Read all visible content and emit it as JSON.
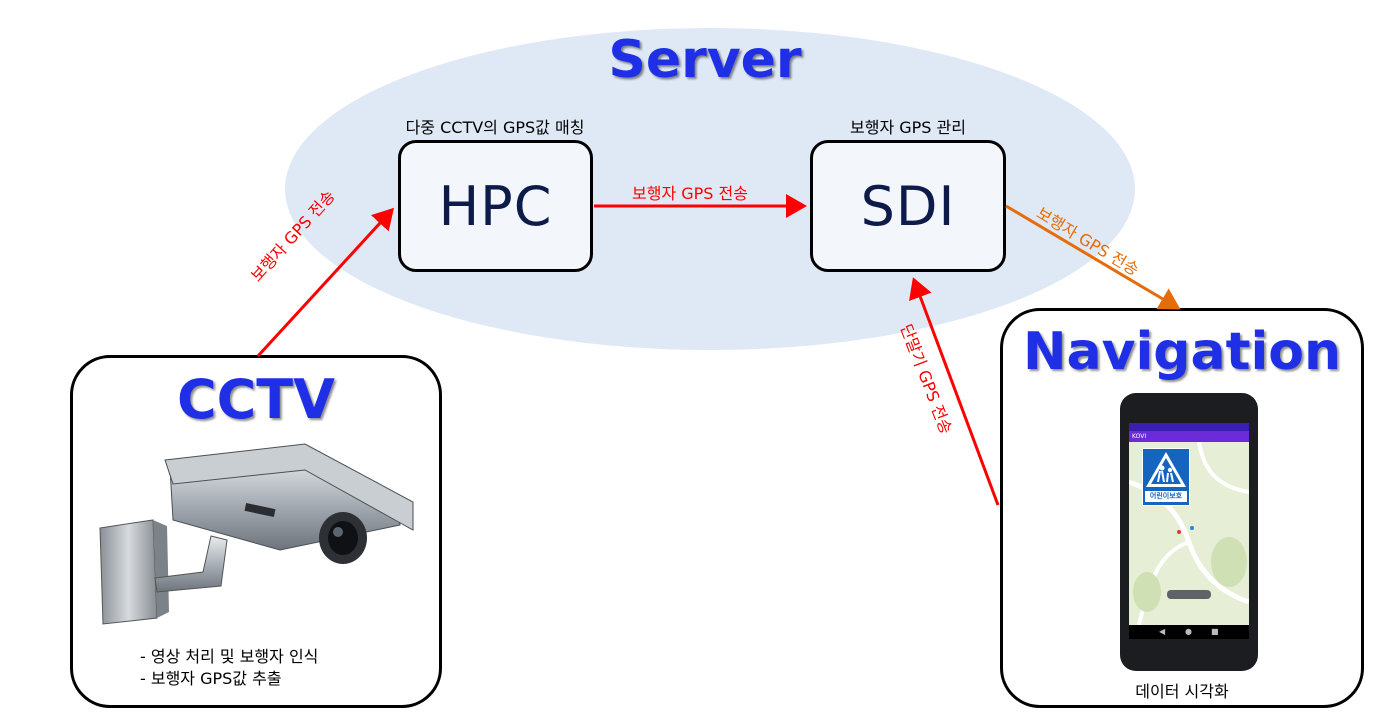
{
  "server": {
    "title": "Server"
  },
  "nodes": {
    "hpc": {
      "label": "HPC",
      "caption": "다중 CCTV의 GPS값 매칭"
    },
    "sdi": {
      "label": "SDI",
      "caption": "보행자 GPS 관리"
    }
  },
  "cctv": {
    "title": "CCTV",
    "bullets": [
      "- 영상 처리 및 보행자 인식",
      "- 보행자 GPS값 추출"
    ]
  },
  "navigation": {
    "title": "Navigation",
    "caption": "데이터 시각화",
    "phone": {
      "app_title": "KOVI",
      "sign_text": "어린이보호"
    }
  },
  "arrows": {
    "cctv_to_hpc": "보행자 GPS 전송",
    "hpc_to_sdi": "보행자 GPS 전송",
    "sdi_to_nav": "보행자 GPS 전송",
    "nav_to_sdi": "단말기 GPS 전송"
  },
  "colors": {
    "title_blue": "#1f2fe6",
    "arrow_red": "#ff0000",
    "arrow_orange": "#e46c0a",
    "server_ellipse": "#dfe9f6",
    "node_text": "#0d1b4a"
  }
}
